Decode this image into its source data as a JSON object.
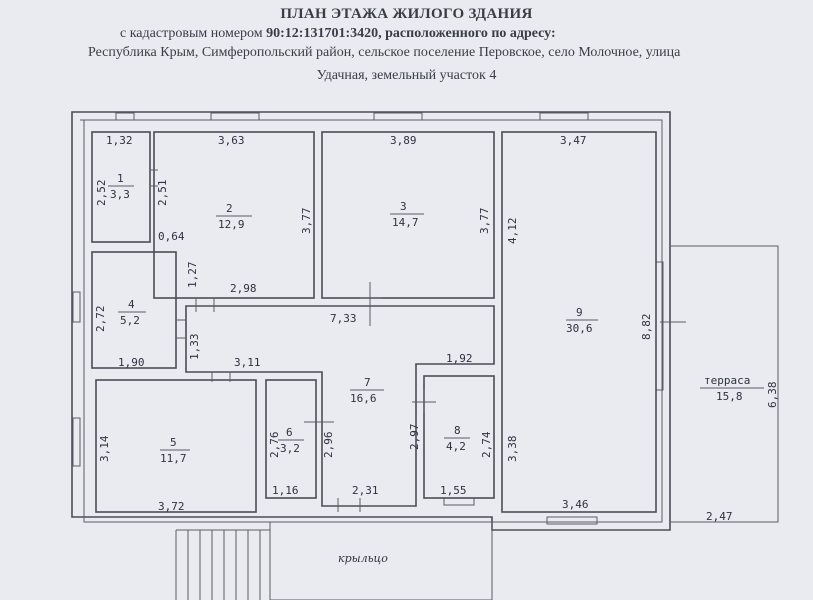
{
  "header": {
    "title": "ПЛАН ЭТАЖА ЖИЛОГО ЗДАНИЯ",
    "line2_prefix": "с кадастровым номером ",
    "line2_number": "90:12:131701:3420",
    "line2_suffix": ", расположенного по адресу:",
    "line3": "Республика Крым, Симферопольский район, сельское поселение Перовское, село Молочное, улица",
    "line4": "Удачная, земельный участок 4"
  },
  "rooms": [
    {
      "num": "1",
      "area": "3,3"
    },
    {
      "num": "2",
      "area": "12,9"
    },
    {
      "num": "3",
      "area": "14,7"
    },
    {
      "num": "4",
      "area": "5,2"
    },
    {
      "num": "5",
      "area": "11,7"
    },
    {
      "num": "6",
      "area": "3,2"
    },
    {
      "num": "7",
      "area": "16,6"
    },
    {
      "num": "8",
      "area": "4,2"
    },
    {
      "num": "9",
      "area": "30,6"
    },
    {
      "num": "терраса",
      "area": "15,8"
    }
  ],
  "dims": {
    "r1_w": "1,32",
    "r1_h": "2,52",
    "r1_h2": "2,51",
    "r2_w": "3,63",
    "r2_h": "3,77",
    "r2_b": "2,98",
    "r2_s": "1,27",
    "r2_c": "0,64",
    "r3_w": "3,89",
    "r3_h": "3,77",
    "r9_w": "3,47",
    "r9_h": "4,12",
    "r9_h2": "8,82",
    "r9_h3": "3,38",
    "r9_b": "3,46",
    "r4_h": "2,72",
    "r4_b": "1,90",
    "r4_s": "1,33",
    "hall_w": "7,33",
    "hall_w2": "1,92",
    "hall_b": "2,31",
    "r5_w": "3,11",
    "r5_h": "3,14",
    "r5_b": "3,72",
    "r6_h": "2,76",
    "r6_h2": "2,96",
    "r6_b": "1,16",
    "r8_h": "2,97",
    "r8_h2": "2,74",
    "r8_b": "1,55",
    "ter_h": "6,38",
    "ter_b": "2,47"
  },
  "porch_label": "крыльцо"
}
